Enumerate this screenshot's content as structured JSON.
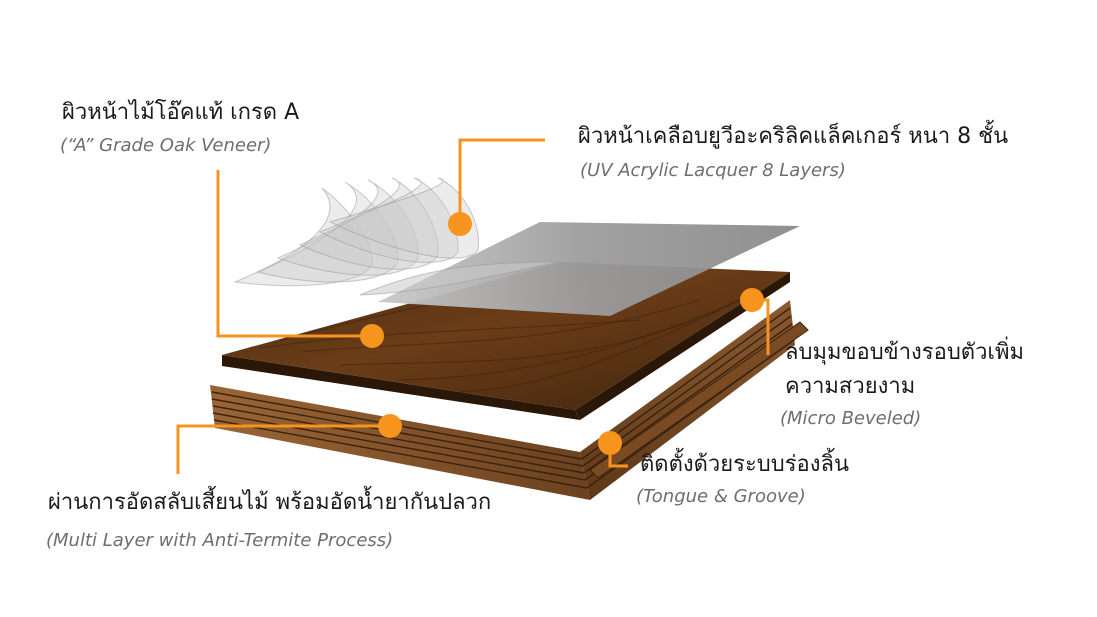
{
  "colors": {
    "accent": "#F7941D",
    "wood_top": "#5A3412",
    "wood_side": "#7A4A22",
    "lacquer": "#9A9A9A"
  },
  "labels": {
    "veneer": {
      "thai": "ผิวหน้าไม้โอ๊คแท้ เกรด A",
      "english": "(“A” Grade Oak Veneer)"
    },
    "lacquer": {
      "thai": "ผิวหน้าเคลือบยูวีอะคริลิคแล็คเกอร์ หนา 8 ชั้น",
      "english": "(UV Acrylic Lacquer 8 Layers)"
    },
    "bevel": {
      "thai_line1": "ลบมุมขอบข้างรอบตัวเพิ่ม",
      "thai_line2": "ความสวยงาม",
      "english": "(Micro Beveled)"
    },
    "groove": {
      "thai": "ติดตั้งด้วยระบบร่องลิ้น",
      "english": "(Tongue & Groove)"
    },
    "multilayer": {
      "thai": "ผ่านการอัดสลับเสี้ยนไม้ พร้อมอัดน้ำยากันปลวก",
      "english": "(Multi Layer with Anti-Termite Process)"
    }
  }
}
